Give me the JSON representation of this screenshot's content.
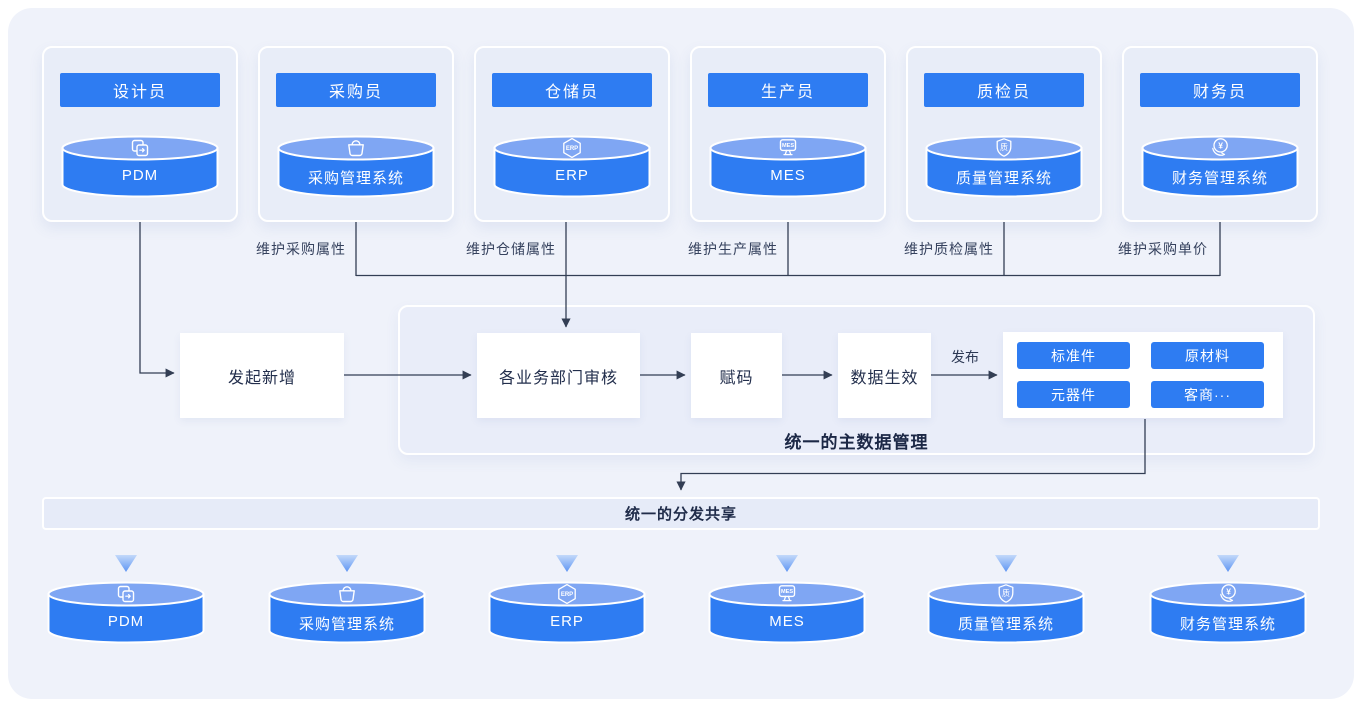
{
  "colors": {
    "accent_blue": "#2E7CF2",
    "cylinder_top_blue": "#7FA6F3",
    "line_dark": "#333E54",
    "canvas_bg": "#EFF2FA",
    "card_bg": "#E8EDF8",
    "panel_bg": "#E9EDF9",
    "share_bar_bg": "#E6EBF8"
  },
  "top_cards": [
    {
      "role": "设计员",
      "system": "PDM",
      "icon": "copy-icon"
    },
    {
      "role": "采购员",
      "system": "采购管理系统",
      "icon": "basket-icon"
    },
    {
      "role": "仓储员",
      "system": "ERP",
      "icon": "erp-badge-icon",
      "icon_text": "ERP"
    },
    {
      "role": "生产员",
      "system": "MES",
      "icon": "mes-monitor-icon",
      "icon_text": "MES"
    },
    {
      "role": "质检员",
      "system": "质量管理系统",
      "icon": "quality-shield-icon",
      "icon_text": "质"
    },
    {
      "role": "财务员",
      "system": "财务管理系统",
      "icon": "yuan-transfer-icon",
      "icon_text": "¥"
    }
  ],
  "maintain_labels": [
    "维护采购属性",
    "维护仓储属性",
    "维护生产属性",
    "维护质检属性",
    "维护采购单价"
  ],
  "flow": {
    "steps": [
      "发起新增",
      "各业务部门审核",
      "赋码",
      "数据生效"
    ],
    "publish_label": "发布",
    "categories": [
      "标准件",
      "原材料",
      "元器件",
      "客商···"
    ],
    "panel_title": "统一的主数据管理"
  },
  "share_bar": {
    "label": "统一的分发共享"
  },
  "bottom_systems": [
    {
      "name": "PDM",
      "icon": "copy-icon"
    },
    {
      "name": "采购管理系统",
      "icon": "basket-icon"
    },
    {
      "name": "ERP",
      "icon": "erp-badge-icon",
      "icon_text": "ERP"
    },
    {
      "name": "MES",
      "icon": "mes-monitor-icon",
      "icon_text": "MES"
    },
    {
      "name": "质量管理系统",
      "icon": "quality-shield-icon",
      "icon_text": "质"
    },
    {
      "name": "财务管理系统",
      "icon": "yuan-transfer-icon",
      "icon_text": "¥"
    }
  ]
}
